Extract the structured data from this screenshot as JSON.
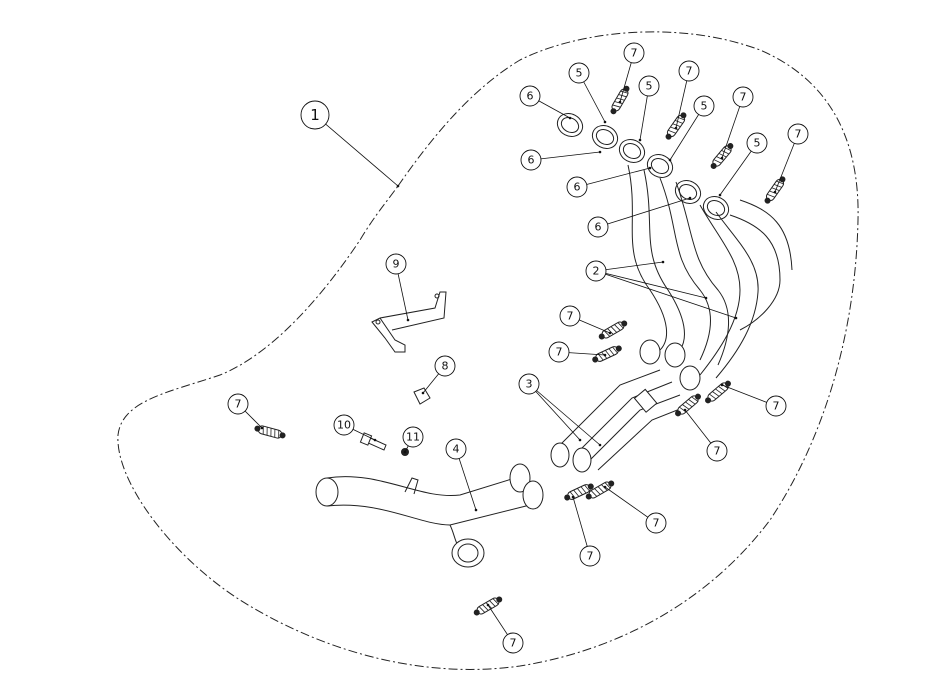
{
  "diagram": {
    "type": "exploded-parts-diagram",
    "callouts": [
      "1",
      "7",
      "5",
      "7",
      "5",
      "6",
      "5",
      "7",
      "5",
      "7",
      "6",
      "6",
      "6",
      "2",
      "9",
      "7",
      "7",
      "8",
      "3",
      "7",
      "7",
      "10",
      "11",
      "4",
      "7",
      "7",
      "7",
      "7"
    ]
  }
}
